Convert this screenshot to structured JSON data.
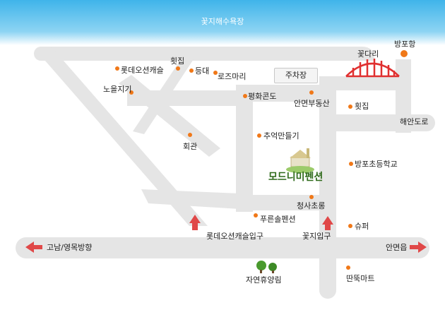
{
  "sea": {
    "title": "꽃지해수욕장"
  },
  "parking": {
    "label": "주차장"
  },
  "pension_logo": "모드니미펜션",
  "places": {
    "bangpo_port": "방포항",
    "kkotdari": "꽃다리",
    "hoejip_top": "횟집",
    "lotte_castle_top": "롯데오션캐슬",
    "deungdae": "등대",
    "rosemary": "로즈마리",
    "noeuljigi": "노을지기",
    "pyeonghwa_condo": "평화콘도",
    "anmyeon_realestate": "안면부동산",
    "hoejip_right": "횟집",
    "haeando_road": "해안도로",
    "hoegwan": "회관",
    "chueok": "추억만들기",
    "bangpo_school": "방포초등학교",
    "cheongsachorong": "청사초롱",
    "pureunsol": "푸른솔펜션",
    "super": "슈퍼",
    "lotte_entrance": "롯데오션캐슬입구",
    "kkotji_entrance": "꽃지입구",
    "gonam_direction": "고남/영목방향",
    "anmyeon_eup": "안면읍",
    "forest": "자연휴양림",
    "ttanttuk_mart": "딴뚝마트"
  },
  "colors": {
    "sea": "#5bc0ec",
    "road": "#e5e5e5",
    "bridge": "#e03030",
    "marker": "#f07818",
    "arrow": "#e04848"
  }
}
